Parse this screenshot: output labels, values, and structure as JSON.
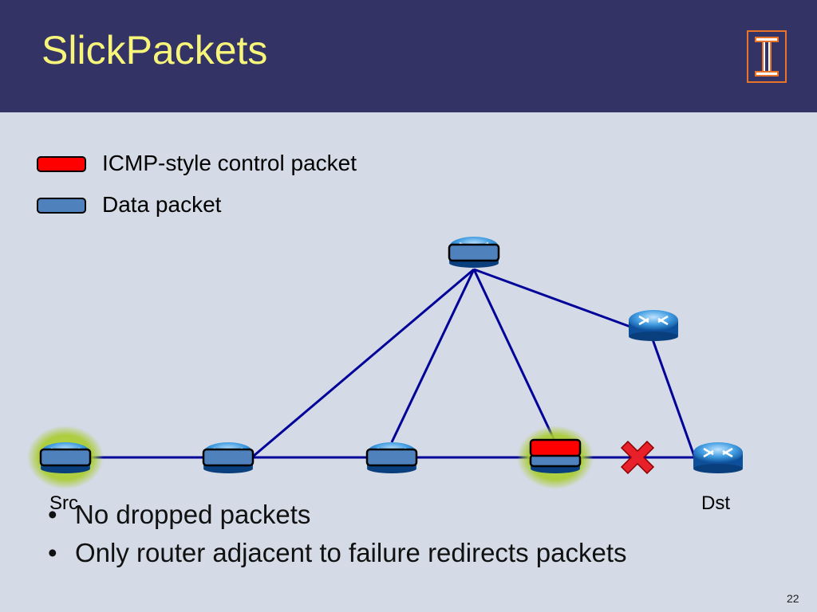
{
  "slide": {
    "title": "SlickPackets",
    "page_number": "22"
  },
  "legend": {
    "items": [
      {
        "label": "ICMP-style control packet",
        "color": "#ff0000"
      },
      {
        "label": "Data packet",
        "color": "#4f81bd"
      }
    ]
  },
  "diagram": {
    "nodes": [
      {
        "id": "src",
        "label": "Src",
        "highlighted": true,
        "packet": "data"
      },
      {
        "id": "r1",
        "label": "",
        "highlighted": false,
        "packet": "data"
      },
      {
        "id": "r2",
        "label": "",
        "highlighted": false,
        "packet": "data"
      },
      {
        "id": "r3",
        "label": "",
        "highlighted": true,
        "packet": "control+data"
      },
      {
        "id": "dst",
        "label": "Dst",
        "highlighted": false,
        "packet": "none"
      },
      {
        "id": "top",
        "label": "",
        "highlighted": false,
        "packet": "data"
      },
      {
        "id": "right",
        "label": "",
        "highlighted": false,
        "packet": "none"
      }
    ],
    "links": [
      {
        "from": "src",
        "to": "r1"
      },
      {
        "from": "r1",
        "to": "r2"
      },
      {
        "from": "r2",
        "to": "r3"
      },
      {
        "from": "r3",
        "to": "dst",
        "failed": true
      },
      {
        "from": "r1",
        "to": "top"
      },
      {
        "from": "r2",
        "to": "top"
      },
      {
        "from": "r3",
        "to": "top"
      },
      {
        "from": "top",
        "to": "right"
      },
      {
        "from": "right",
        "to": "dst"
      }
    ],
    "link_color": "#000099",
    "failure_marker_color": "#e8202a"
  },
  "bullets": [
    "No dropped packets",
    "Only router adjacent to failure redirects packets"
  ]
}
